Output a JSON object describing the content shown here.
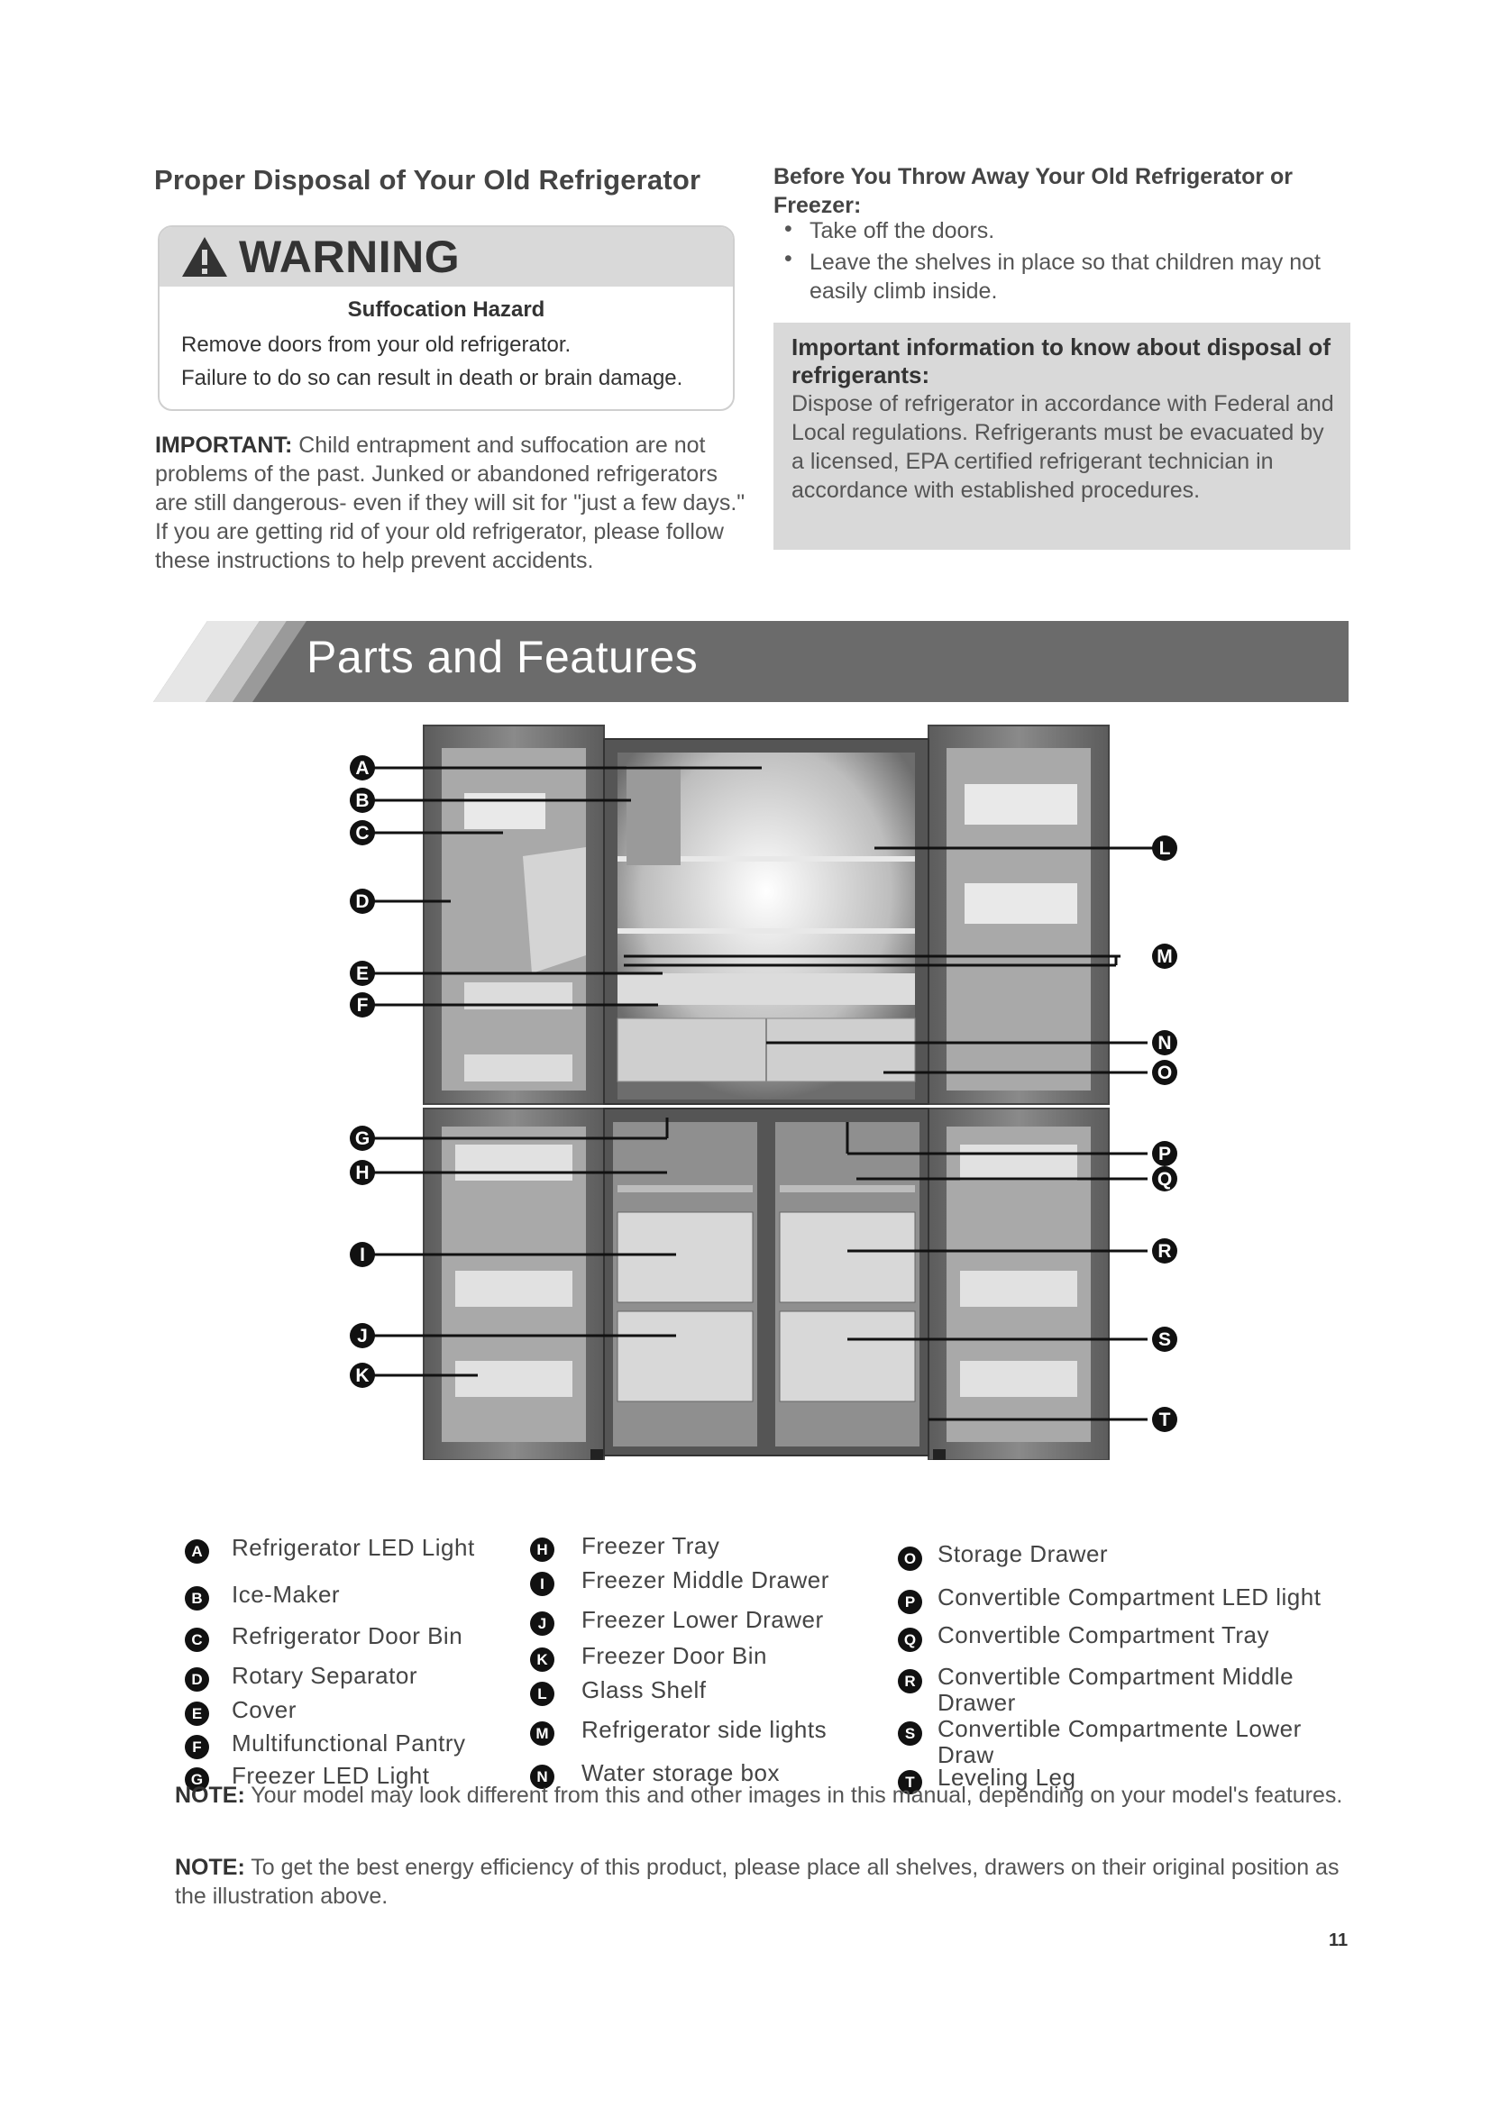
{
  "disposal": {
    "title": "Proper Disposal of Your Old Refrigerator",
    "warning": {
      "title": "WARNING",
      "subtitle": "Suffocation Hazard",
      "line1": "Remove doors from your old refrigerator.",
      "line2": "Failure to do so can result in death or brain damage."
    },
    "important_label": "IMPORTANT:",
    "important_text": "Child entrapment and suffocation are not problems of the past. Junked or abandoned refrigerators are still dangerous- even if they will sit for \"just a few days.\" If you are getting rid of your old refrigerator, please follow these instructions to help prevent accidents."
  },
  "before": {
    "title": "Before You Throw Away Your Old Refrigerator or Freezer:",
    "bullets": [
      "Take off the doors.",
      "Leave the shelves in place so that children may not easily climb inside."
    ]
  },
  "info_box": {
    "title": "Important information to know about disposal of refrigerants:",
    "body": "Dispose of refrigerator in accordance with Federal and Local regulations. Refrigerants must be evacuated by a licensed, EPA certified refrigerant technician in accordance with established procedures."
  },
  "parts": {
    "banner_title": "Parts and Features",
    "labels": [
      "A",
      "B",
      "C",
      "D",
      "E",
      "F",
      "G",
      "H",
      "I",
      "J",
      "K",
      "L",
      "M",
      "N",
      "O",
      "P",
      "Q",
      "R",
      "S",
      "T"
    ],
    "legend": [
      {
        "letter": "A",
        "name": "Refrigerator LED Light"
      },
      {
        "letter": "B",
        "name": "Ice-Maker"
      },
      {
        "letter": "C",
        "name": "Refrigerator Door Bin"
      },
      {
        "letter": "D",
        "name": "Rotary Separator"
      },
      {
        "letter": "E",
        "name": "Cover"
      },
      {
        "letter": "F",
        "name": "Multifunctional Pantry"
      },
      {
        "letter": "G",
        "name": "Freezer LED Light"
      },
      {
        "letter": "H",
        "name": "Freezer Tray"
      },
      {
        "letter": "I",
        "name": "Freezer Middle Drawer"
      },
      {
        "letter": "J",
        "name": "Freezer Lower Drawer"
      },
      {
        "letter": "K",
        "name": "Freezer Door Bin"
      },
      {
        "letter": "L",
        "name": "Glass Shelf"
      },
      {
        "letter": "M",
        "name": "Refrigerator  side lights"
      },
      {
        "letter": "N",
        "name": "Water storage box"
      },
      {
        "letter": "O",
        "name": "Storage Drawer"
      },
      {
        "letter": "P",
        "name": "Convertible Compartment LED light"
      },
      {
        "letter": "Q",
        "name": "Convertible Compartment Tray"
      },
      {
        "letter": "R",
        "name": "Convertible Compartment Middle Drawer"
      },
      {
        "letter": "S",
        "name": "Convertible Compartmente Lower Draw"
      },
      {
        "letter": "T",
        "name": "Leveling Leg"
      }
    ]
  },
  "notes": {
    "label": "NOTE:",
    "note1": "Your model may look different from this and other images in this manual, depending on your model's features.",
    "note2": "To get the best energy efficiency of this product, please place all shelves, drawers on their original position as the illustration above."
  },
  "page_number": "11"
}
